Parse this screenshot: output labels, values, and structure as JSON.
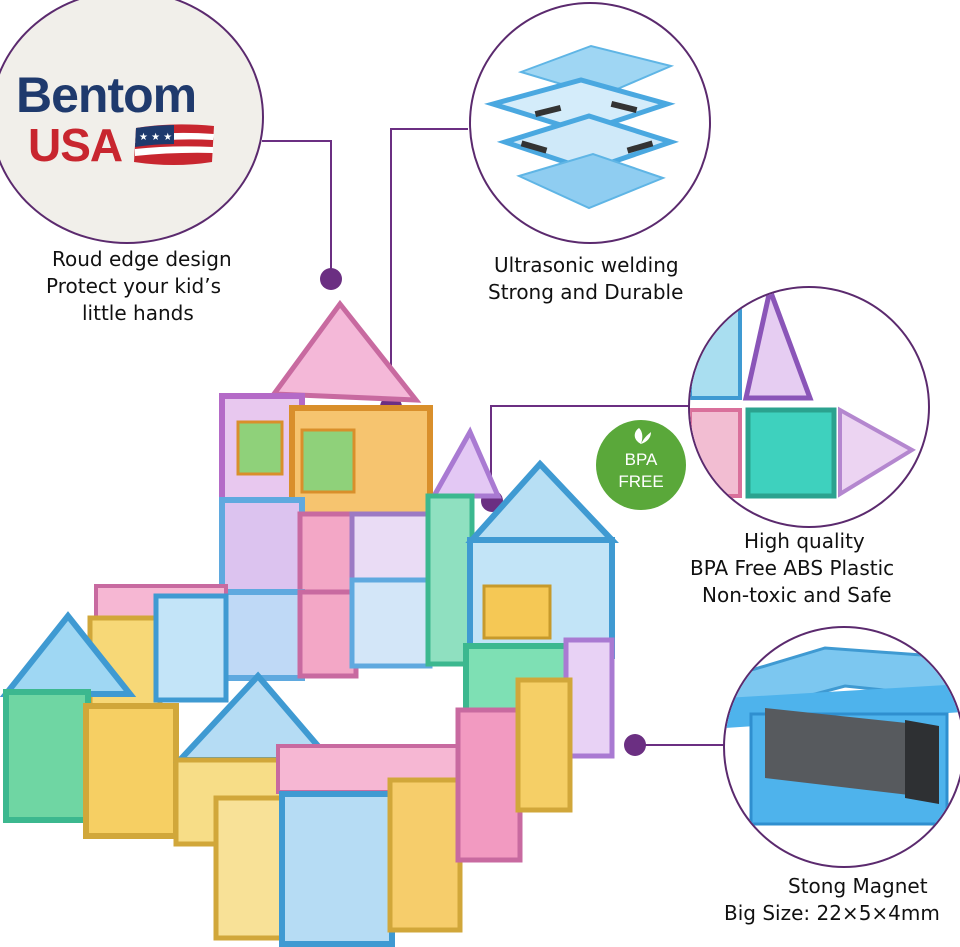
{
  "logo": {
    "brand": "Bentom",
    "country": "USA"
  },
  "badge": {
    "line1": "BPA",
    "line2": "FREE"
  },
  "captions": {
    "round_edge": [
      "Roud edge design",
      "Protect your kid’s",
      "little hands"
    ],
    "ultrasonic": [
      "Ultrasonic welding",
      "Strong and Durable"
    ],
    "quality": [
      "High quality",
      "BPA Free ABS Plastic",
      "Non-toxic and Safe"
    ],
    "magnet": [
      "Stong Magnet",
      "Big Size: 22×5×4mm"
    ]
  },
  "colors": {
    "accent_purple": "#6b2f82",
    "logo_navy": "#1f3a6d",
    "logo_red": "#c8262f",
    "bpa_green": "#5aa83a"
  }
}
